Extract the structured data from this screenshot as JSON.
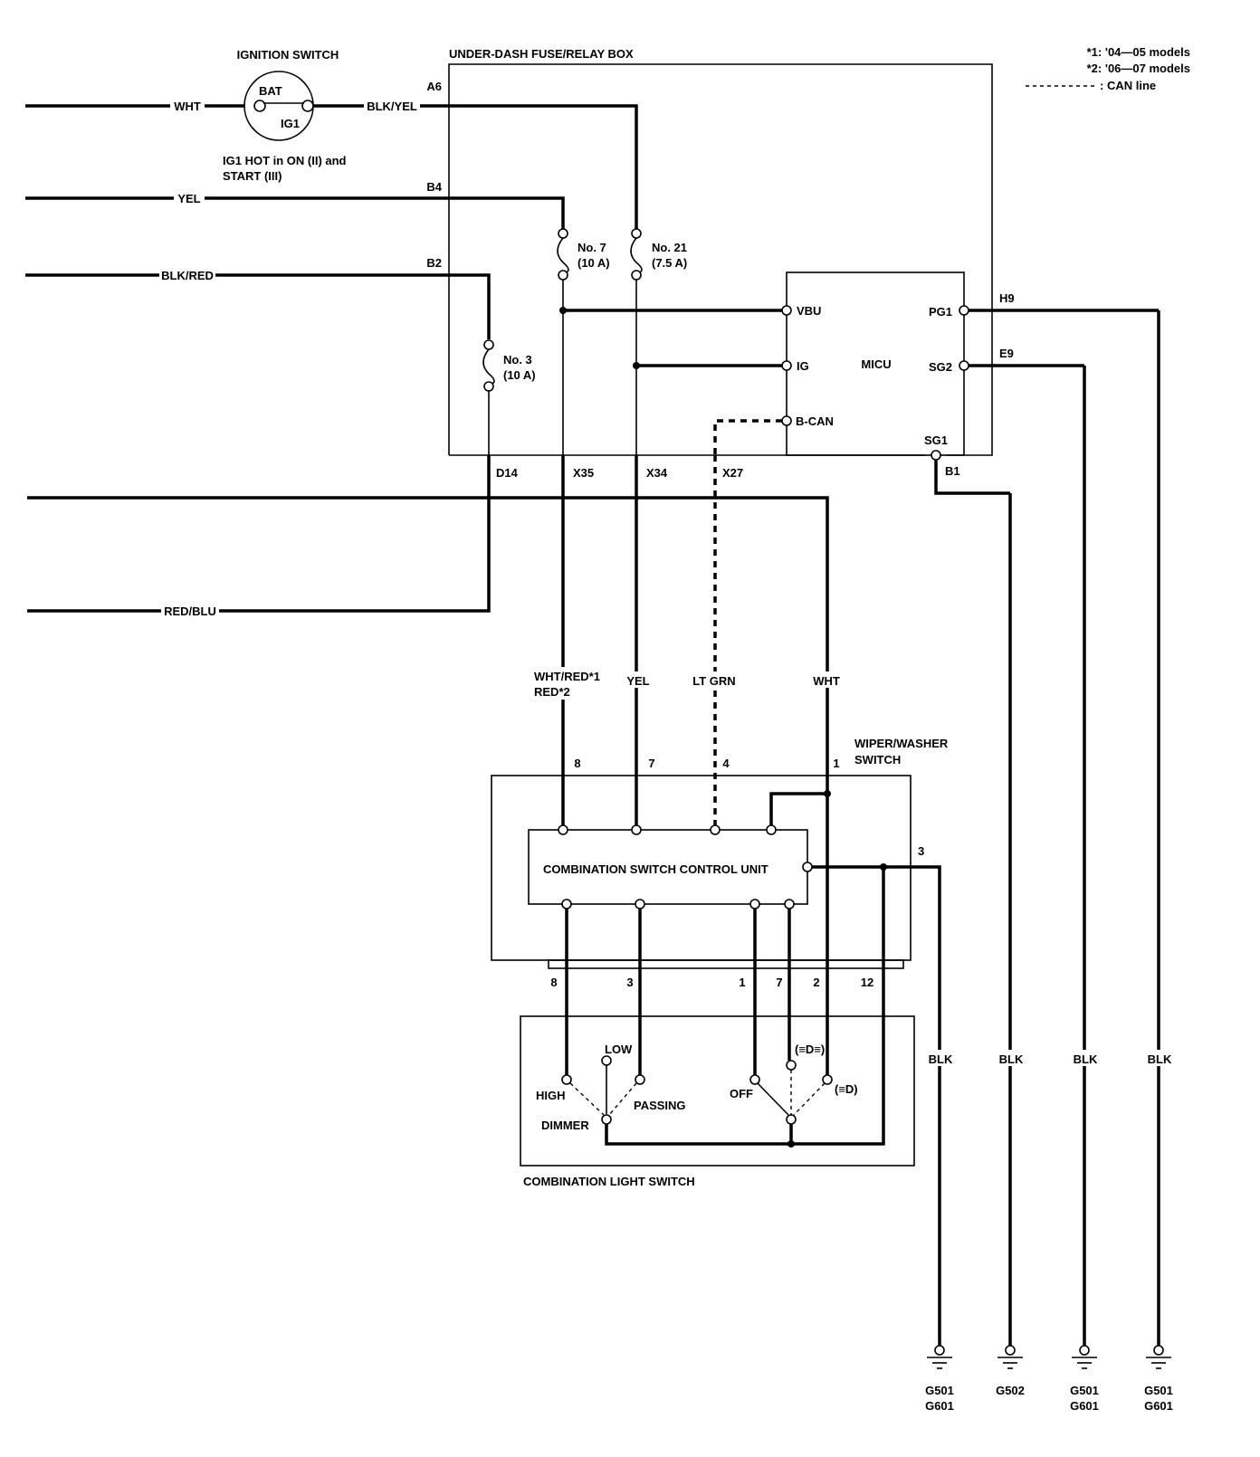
{
  "notes": {
    "note1": "*1: '04—05 models",
    "note2": "*2: '06—07 models",
    "can_line": ": CAN line"
  },
  "ignition_switch": {
    "title": "IGNITION SWITCH",
    "bat": "BAT",
    "ig1": "IG1",
    "hot_line1": "IG1 HOT in ON (II) and",
    "hot_line2": "START (III)"
  },
  "fuse_box": {
    "title": "UNDER-DASH FUSE/RELAY BOX",
    "fuse_a_name": "No. 7",
    "fuse_a_rating": "(10 A)",
    "fuse_b_name": "No. 21",
    "fuse_b_rating": "(7.5 A)",
    "fuse_c_name": "No. 3",
    "fuse_c_rating": "(10 A)"
  },
  "micu": {
    "title": "MICU",
    "vbu": "VBU",
    "ig": "IG",
    "bcan": "B-CAN",
    "pg1": "PG1",
    "sg2": "SG2",
    "sg1": "SG1"
  },
  "connectors": {
    "a6": "A6",
    "b4": "B4",
    "b2": "B2",
    "h9": "H9",
    "e9": "E9",
    "b1": "B1",
    "d14": "D14",
    "x35": "X35",
    "x34": "X34",
    "x27": "X27"
  },
  "wires": {
    "wht_top": "WHT",
    "blk_yel": "BLK/YEL",
    "yel_left": "YEL",
    "blk_red": "BLK/RED",
    "red_blu": "RED/BLU",
    "wht_red_1": "WHT/RED*1",
    "red_2": "RED*2",
    "yel_down": "YEL",
    "lt_grn": "LT GRN",
    "wht_down": "WHT",
    "blk_1": "BLK",
    "blk_2": "BLK",
    "blk_3": "BLK",
    "blk_4": "BLK"
  },
  "wiper_switch": {
    "title_1": "WIPER/WASHER",
    "title_2": "SWITCH",
    "pin_8": "8",
    "pin_7": "7",
    "pin_4": "4",
    "pin_1": "1",
    "pin_3": "3"
  },
  "control_unit": {
    "title": "COMBINATION SWITCH CONTROL UNIT"
  },
  "light_switch": {
    "title": "COMBINATION LIGHT SWITCH",
    "pin_8": "8",
    "pin_3": "3",
    "pin_1": "1",
    "pin_7": "7",
    "pin_2": "2",
    "pin_12": "12",
    "low": "LOW",
    "high": "HIGH",
    "passing": "PASSING",
    "dimmer": "DIMMER",
    "off": "OFF",
    "park_symbol": "(≡D≡)",
    "head_symbol": "(≡D)"
  },
  "grounds": {
    "g1_a": "G501",
    "g1_b": "G601",
    "g2_a": "G502",
    "g3_a": "G501",
    "g3_b": "G601",
    "g4_a": "G501",
    "g4_b": "G601"
  }
}
